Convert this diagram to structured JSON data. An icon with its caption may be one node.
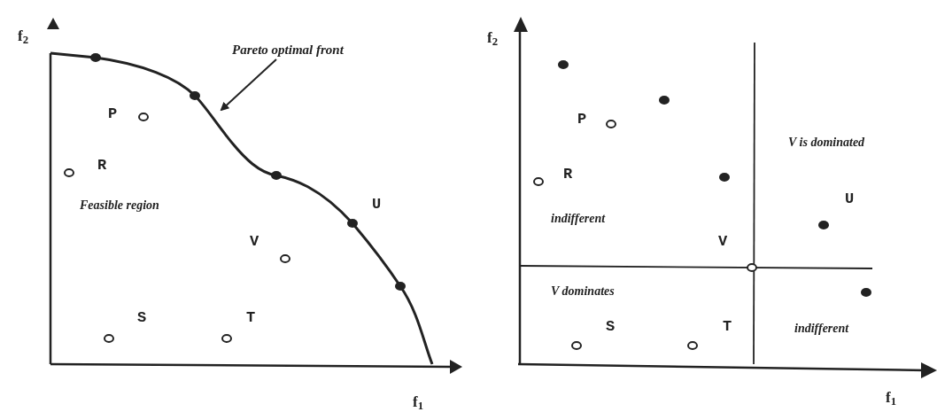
{
  "diagram": {
    "nodes": [
      {
        "text": [
          "Pareto optimal front"
        ]
      },
      {
        "text": [],
        "shape": "curve"
      }
    ],
    "edges": [
      {
        "from": 0,
        "to": 1,
        "arrow": "to"
      }
    ],
    "labels": [
      "f$_{2}$",
      "P",
      "R",
      "Feasible region",
      "U",
      "V",
      "S",
      "T",
      "f$_{1}$",
      "f$_{2}$",
      "P",
      "V is dominated",
      "R",
      "U",
      "indifferent",
      "V",
      "V dominates",
      "S",
      "T",
      "indifferent",
      "f$_{1}$"
    ]
  }
}
